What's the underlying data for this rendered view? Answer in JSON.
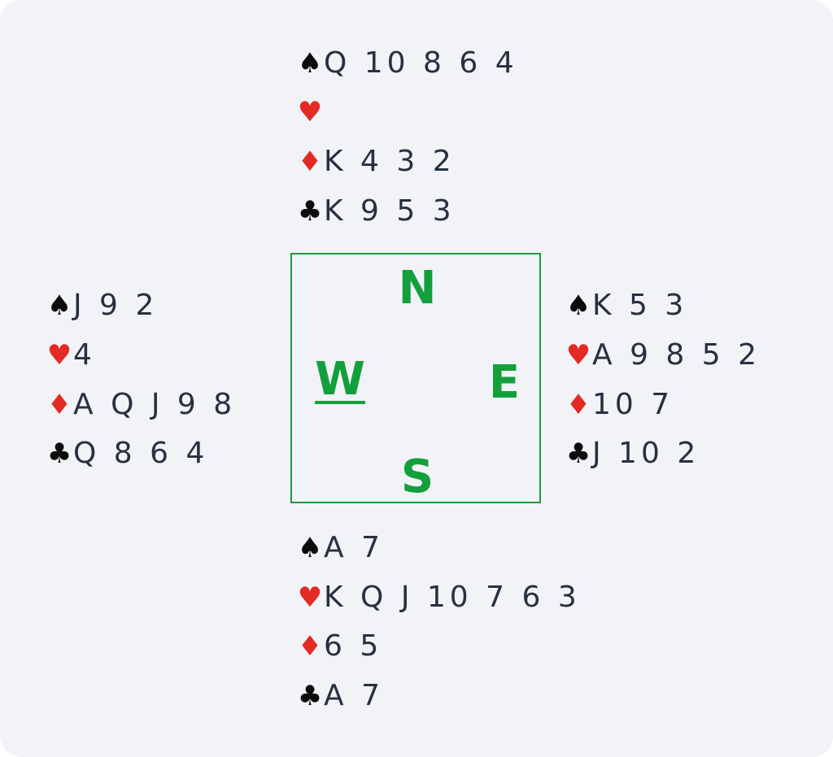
{
  "suits": {
    "spades": "♠",
    "hearts": "♥",
    "diamonds": "♦",
    "clubs": "♣"
  },
  "colors": {
    "black_suit": "#0c0c0c",
    "red_suit": "#e42a24",
    "card_text": "#273040",
    "compass": "#13a03c",
    "background": "#f2f3f7"
  },
  "hands": {
    "north": {
      "spades": "Q 10 8 6 4",
      "hearts": "",
      "diamonds": "K 4 3 2",
      "clubs": "K 9 5 3"
    },
    "west": {
      "spades": "J 9 2",
      "hearts": "4",
      "diamonds": "A Q J 9 8",
      "clubs": "Q 8 6 4"
    },
    "east": {
      "spades": "K 5 3",
      "hearts": "A 9 8 5 2",
      "diamonds": "10 7",
      "clubs": "J 10 2"
    },
    "south": {
      "spades": "A 7",
      "hearts": "K Q J 10 7 6 3",
      "diamonds": "6 5",
      "clubs": "A 7"
    }
  },
  "compass": {
    "north": "N",
    "south": "S",
    "east": "E",
    "west": "W",
    "dealer": "west"
  }
}
